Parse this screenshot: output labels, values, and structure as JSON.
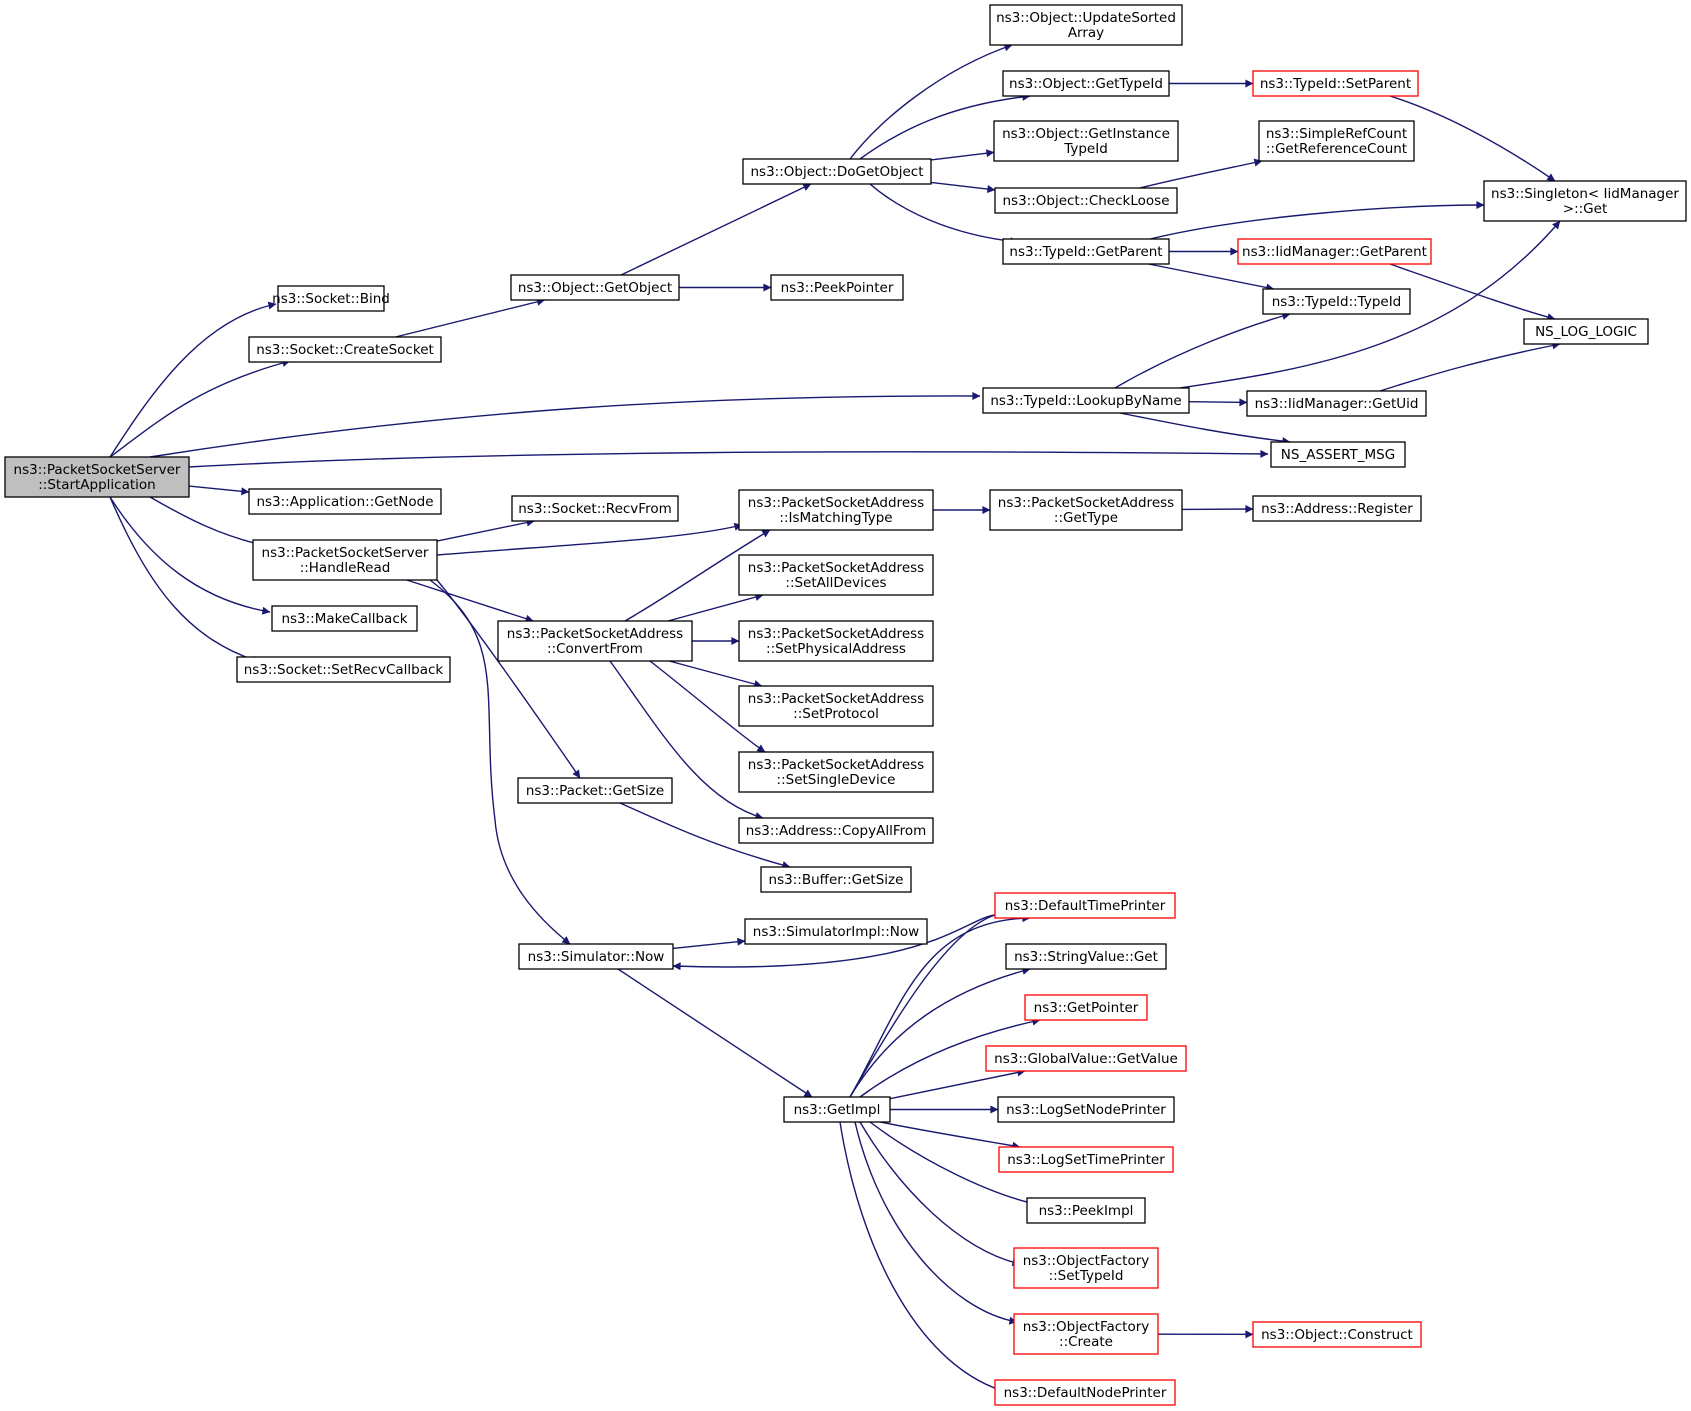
{
  "colors": {
    "edge": "#191970",
    "node_border": "#000000",
    "truncated_border": "#ff0000",
    "root_fill": "#bfbfbf",
    "node_fill": "#ffffff"
  },
  "nodes": [
    {
      "id": "start",
      "lines": [
        "ns3::PacketSocketServer",
        "::StartApplication"
      ],
      "root": true
    },
    {
      "id": "bind",
      "lines": [
        "ns3::Socket::Bind"
      ]
    },
    {
      "id": "createsocket",
      "lines": [
        "ns3::Socket::CreateSocket"
      ]
    },
    {
      "id": "getobject",
      "lines": [
        "ns3::Object::GetObject"
      ]
    },
    {
      "id": "peekpointer",
      "lines": [
        "ns3::PeekPointer"
      ]
    },
    {
      "id": "dogetobject",
      "lines": [
        "ns3::Object::DoGetObject"
      ]
    },
    {
      "id": "updatesorted",
      "lines": [
        "ns3::Object::UpdateSorted",
        "Array"
      ]
    },
    {
      "id": "gettypeid",
      "lines": [
        "ns3::Object::GetTypeId"
      ]
    },
    {
      "id": "setparent",
      "lines": [
        "ns3::TypeId::SetParent"
      ],
      "truncated": true
    },
    {
      "id": "getinstancetypeid",
      "lines": [
        "ns3::Object::GetInstance",
        "TypeId"
      ]
    },
    {
      "id": "checkloose",
      "lines": [
        "ns3::Object::CheckLoose"
      ]
    },
    {
      "id": "getrefcount",
      "lines": [
        "ns3::SimpleRefCount",
        "::GetReferenceCount"
      ]
    },
    {
      "id": "tidgetparent",
      "lines": [
        "ns3::TypeId::GetParent"
      ]
    },
    {
      "id": "iidgetparent",
      "lines": [
        "ns3::IidManager::GetParent"
      ],
      "truncated": true
    },
    {
      "id": "singleton",
      "lines": [
        "ns3::Singleton< IidManager",
        ">::Get"
      ]
    },
    {
      "id": "typeidctor",
      "lines": [
        "ns3::TypeId::TypeId"
      ]
    },
    {
      "id": "nsloglogic",
      "lines": [
        "NS_LOG_LOGIC"
      ]
    },
    {
      "id": "lookupbyname",
      "lines": [
        "ns3::TypeId::LookupByName"
      ]
    },
    {
      "id": "iidgetuid",
      "lines": [
        "ns3::IidManager::GetUid"
      ]
    },
    {
      "id": "nsassert",
      "lines": [
        "NS_ASSERT_MSG"
      ]
    },
    {
      "id": "getnode",
      "lines": [
        "ns3::Application::GetNode"
      ]
    },
    {
      "id": "handleread",
      "lines": [
        "ns3::PacketSocketServer",
        "::HandleRead"
      ]
    },
    {
      "id": "recvfrom",
      "lines": [
        "ns3::Socket::RecvFrom"
      ]
    },
    {
      "id": "ismatching",
      "lines": [
        "ns3::PacketSocketAddress",
        "::IsMatchingType"
      ]
    },
    {
      "id": "psagettype",
      "lines": [
        "ns3::PacketSocketAddress",
        "::GetType"
      ]
    },
    {
      "id": "addrregister",
      "lines": [
        "ns3::Address::Register"
      ]
    },
    {
      "id": "makecallback",
      "lines": [
        "ns3::MakeCallback"
      ]
    },
    {
      "id": "setrecvcallback",
      "lines": [
        "ns3::Socket::SetRecvCallback"
      ]
    },
    {
      "id": "convertfrom",
      "lines": [
        "ns3::PacketSocketAddress",
        "::ConvertFrom"
      ]
    },
    {
      "id": "setalldevices",
      "lines": [
        "ns3::PacketSocketAddress",
        "::SetAllDevices"
      ]
    },
    {
      "id": "setphysical",
      "lines": [
        "ns3::PacketSocketAddress",
        "::SetPhysicalAddress"
      ]
    },
    {
      "id": "setprotocol",
      "lines": [
        "ns3::PacketSocketAddress",
        "::SetProtocol"
      ]
    },
    {
      "id": "setsingle",
      "lines": [
        "ns3::PacketSocketAddress",
        "::SetSingleDevice"
      ]
    },
    {
      "id": "copyallfrom",
      "lines": [
        "ns3::Address::CopyAllFrom"
      ]
    },
    {
      "id": "packetgetsize",
      "lines": [
        "ns3::Packet::GetSize"
      ]
    },
    {
      "id": "buffergetsize",
      "lines": [
        "ns3::Buffer::GetSize"
      ]
    },
    {
      "id": "simnow",
      "lines": [
        "ns3::Simulator::Now"
      ]
    },
    {
      "id": "simimplnow",
      "lines": [
        "ns3::SimulatorImpl::Now"
      ]
    },
    {
      "id": "defaulttimeprinter",
      "lines": [
        "ns3::DefaultTimePrinter"
      ],
      "truncated": true
    },
    {
      "id": "stringvalueget",
      "lines": [
        "ns3::StringValue::Get"
      ]
    },
    {
      "id": "getpointer",
      "lines": [
        "ns3::GetPointer"
      ],
      "truncated": true
    },
    {
      "id": "globalgetvalue",
      "lines": [
        "ns3::GlobalValue::GetValue"
      ],
      "truncated": true
    },
    {
      "id": "getimpl",
      "lines": [
        "ns3::GetImpl"
      ]
    },
    {
      "id": "logsetnode",
      "lines": [
        "ns3::LogSetNodePrinter"
      ]
    },
    {
      "id": "logsettime",
      "lines": [
        "ns3::LogSetTimePrinter"
      ],
      "truncated": true
    },
    {
      "id": "peekimpl",
      "lines": [
        "ns3::PeekImpl"
      ]
    },
    {
      "id": "ofsettypeid",
      "lines": [
        "ns3::ObjectFactory",
        "::SetTypeId"
      ],
      "truncated": true
    },
    {
      "id": "ofcreate",
      "lines": [
        "ns3::ObjectFactory",
        "::Create"
      ],
      "truncated": true
    },
    {
      "id": "objconstruct",
      "lines": [
        "ns3::Object::Construct"
      ],
      "truncated": true
    },
    {
      "id": "defaultnodeprinter",
      "lines": [
        "ns3::DefaultNodePrinter"
      ],
      "truncated": true
    }
  ],
  "edges": [
    [
      "start",
      "bind"
    ],
    [
      "start",
      "createsocket"
    ],
    [
      "start",
      "lookupbyname"
    ],
    [
      "start",
      "nsassert"
    ],
    [
      "start",
      "getnode"
    ],
    [
      "start",
      "handleread"
    ],
    [
      "start",
      "makecallback"
    ],
    [
      "start",
      "setrecvcallback"
    ],
    [
      "createsocket",
      "getobject"
    ],
    [
      "getobject",
      "dogetobject"
    ],
    [
      "getobject",
      "peekpointer"
    ],
    [
      "dogetobject",
      "updatesorted"
    ],
    [
      "dogetobject",
      "gettypeid"
    ],
    [
      "dogetobject",
      "getinstancetypeid"
    ],
    [
      "dogetobject",
      "checkloose"
    ],
    [
      "dogetobject",
      "tidgetparent"
    ],
    [
      "gettypeid",
      "setparent"
    ],
    [
      "setparent",
      "singleton"
    ],
    [
      "checkloose",
      "getrefcount"
    ],
    [
      "tidgetparent",
      "singleton"
    ],
    [
      "tidgetparent",
      "iidgetparent"
    ],
    [
      "tidgetparent",
      "typeidctor"
    ],
    [
      "iidgetparent",
      "nsloglogic"
    ],
    [
      "lookupbyname",
      "typeidctor"
    ],
    [
      "lookupbyname",
      "singleton"
    ],
    [
      "lookupbyname",
      "iidgetuid"
    ],
    [
      "lookupbyname",
      "nsassert"
    ],
    [
      "iidgetuid",
      "nsloglogic"
    ],
    [
      "handleread",
      "recvfrom"
    ],
    [
      "handleread",
      "ismatching"
    ],
    [
      "handleread",
      "convertfrom"
    ],
    [
      "handleread",
      "packetgetsize"
    ],
    [
      "handleread",
      "simnow"
    ],
    [
      "ismatching",
      "psagettype"
    ],
    [
      "psagettype",
      "addrregister"
    ],
    [
      "convertfrom",
      "ismatching"
    ],
    [
      "convertfrom",
      "setalldevices"
    ],
    [
      "convertfrom",
      "setphysical"
    ],
    [
      "convertfrom",
      "setprotocol"
    ],
    [
      "convertfrom",
      "setsingle"
    ],
    [
      "convertfrom",
      "copyallfrom"
    ],
    [
      "packetgetsize",
      "buffergetsize"
    ],
    [
      "simnow",
      "simimplnow"
    ],
    [
      "simnow",
      "getimpl"
    ],
    [
      "getimpl",
      "simnow"
    ],
    [
      "getimpl",
      "defaulttimeprinter"
    ],
    [
      "getimpl",
      "stringvalueget"
    ],
    [
      "getimpl",
      "getpointer"
    ],
    [
      "getimpl",
      "globalgetvalue"
    ],
    [
      "getimpl",
      "logsetnode"
    ],
    [
      "getimpl",
      "logsettime"
    ],
    [
      "getimpl",
      "peekimpl"
    ],
    [
      "getimpl",
      "ofsettypeid"
    ],
    [
      "getimpl",
      "ofcreate"
    ],
    [
      "getimpl",
      "defaultnodeprinter"
    ],
    [
      "ofcreate",
      "objconstruct"
    ]
  ]
}
